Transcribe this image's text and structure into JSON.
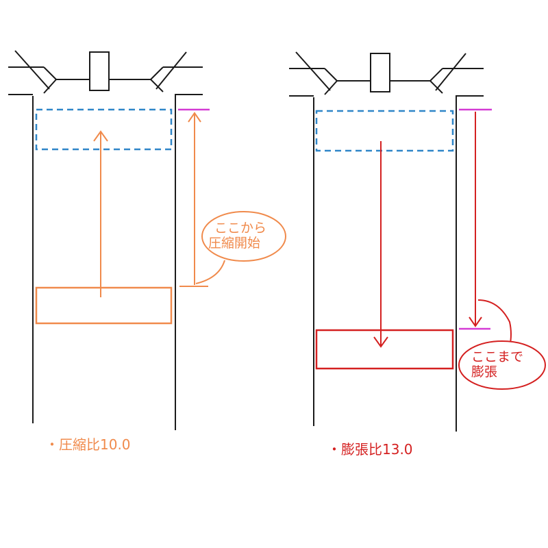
{
  "colors": {
    "outline": "#1a1a1a",
    "compression_accent": "#f08a4b",
    "expansion_accent": "#d42020",
    "piston_top_dashed": "#2f86c8",
    "stroke_marker": "#d43ad4",
    "background": "#ffffff"
  },
  "compression_diagram": {
    "bubble_line1": "ここから",
    "bubble_line2": "圧縮開始",
    "caption": "・圧縮比10.0"
  },
  "expansion_diagram": {
    "bubble_line1": "ここまで",
    "bubble_line2": "膨張",
    "caption": "・膨張比13.0"
  }
}
